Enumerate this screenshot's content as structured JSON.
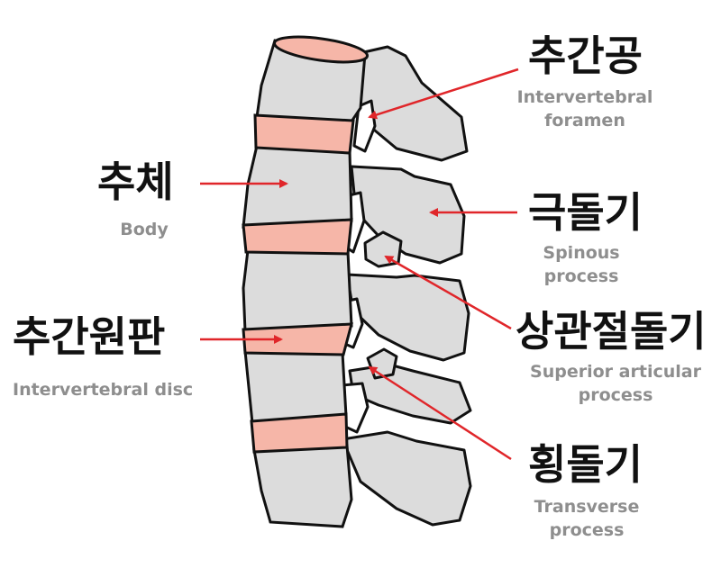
{
  "colors": {
    "bone": "#dcdcdc",
    "disc": "#f6b6a8",
    "outline": "#111111",
    "arrow": "#e0262a",
    "english_text": "#8e8e8e"
  },
  "labels": {
    "intervertebral_foramen": {
      "ko": "추간공",
      "en_line1": "Intervertebral",
      "en_line2": "foramen"
    },
    "body": {
      "ko": "추체",
      "en": "Body"
    },
    "spinous_process": {
      "ko": "극돌기",
      "en_line1": "Spinous",
      "en_line2": "process"
    },
    "intervertebral_disc": {
      "ko": "추간원판",
      "en": "Intervertebral disc"
    },
    "superior_articular_process": {
      "ko": "상관절돌기",
      "en_line1": "Superior articular",
      "en_line2": "process"
    },
    "transverse_process": {
      "ko": "횡돌기",
      "en_line1": "Transverse",
      "en_line2": "process"
    }
  }
}
